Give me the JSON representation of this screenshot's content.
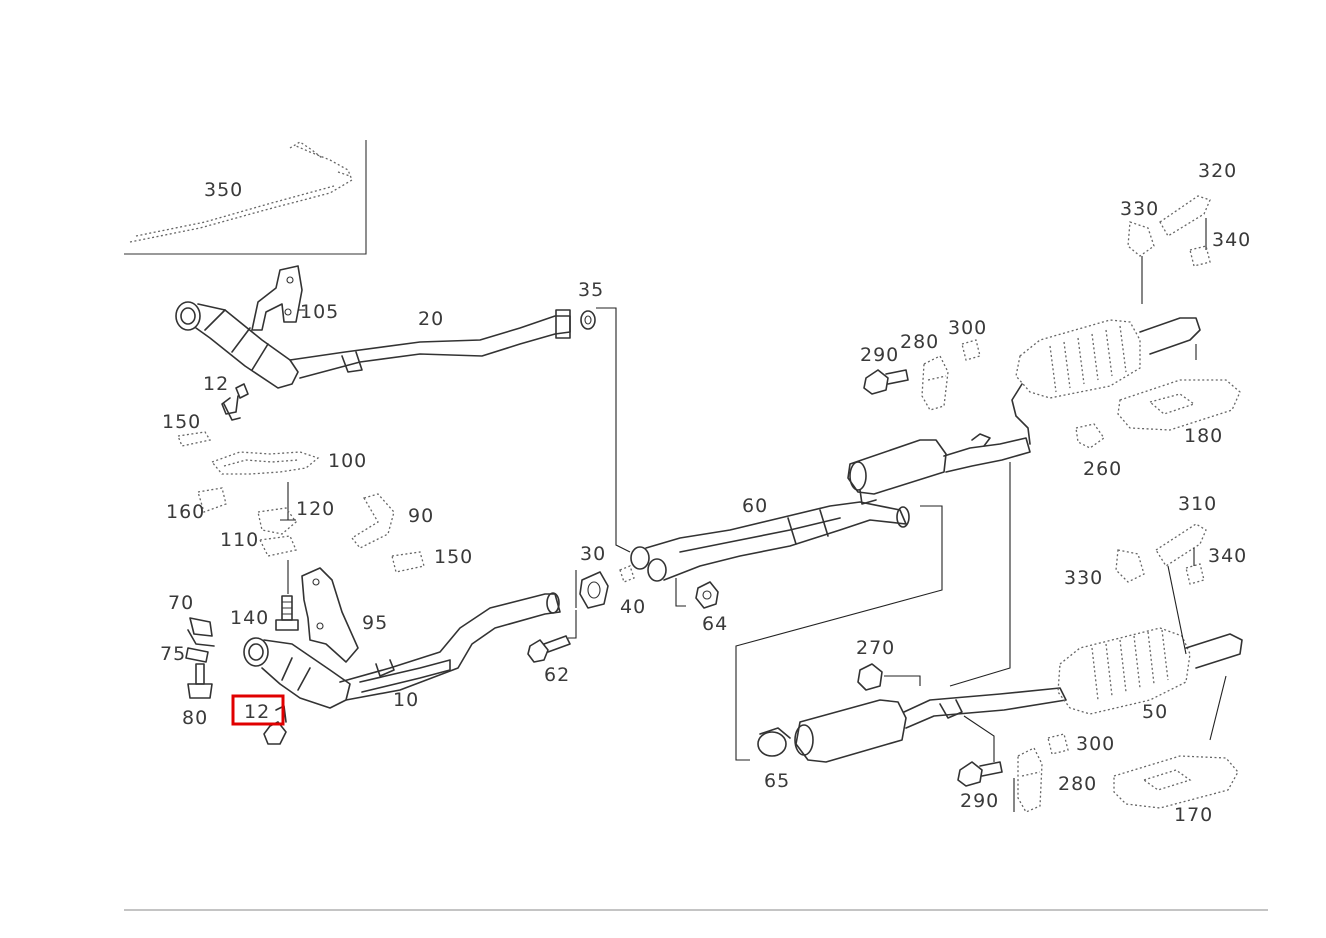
{
  "labels": {
    "l350": "350",
    "l105": "105",
    "l20": "20",
    "l35": "35",
    "l12a": "12",
    "l150a": "150",
    "l100": "100",
    "l160": "160",
    "l120": "120",
    "l90": "90",
    "l110": "110",
    "l150b": "150",
    "l30": "30",
    "l40": "40",
    "l60": "60",
    "l64": "64",
    "l70": "70",
    "l140": "140",
    "l95": "95",
    "l75": "75",
    "l80": "80",
    "l12b": "12",
    "l10": "10",
    "l62": "62",
    "l290a": "290",
    "l280a": "280",
    "l300a": "300",
    "l330a": "330",
    "l320": "320",
    "l340a": "340",
    "l180": "180",
    "l260": "260",
    "l310": "310",
    "l330b": "330",
    "l340b": "340",
    "l270": "270",
    "l50": "50",
    "l65": "65",
    "l300b": "300",
    "l280b": "280",
    "l290b": "290",
    "l170": "170"
  },
  "highlight": {
    "color": "#e00000",
    "part": "12"
  }
}
